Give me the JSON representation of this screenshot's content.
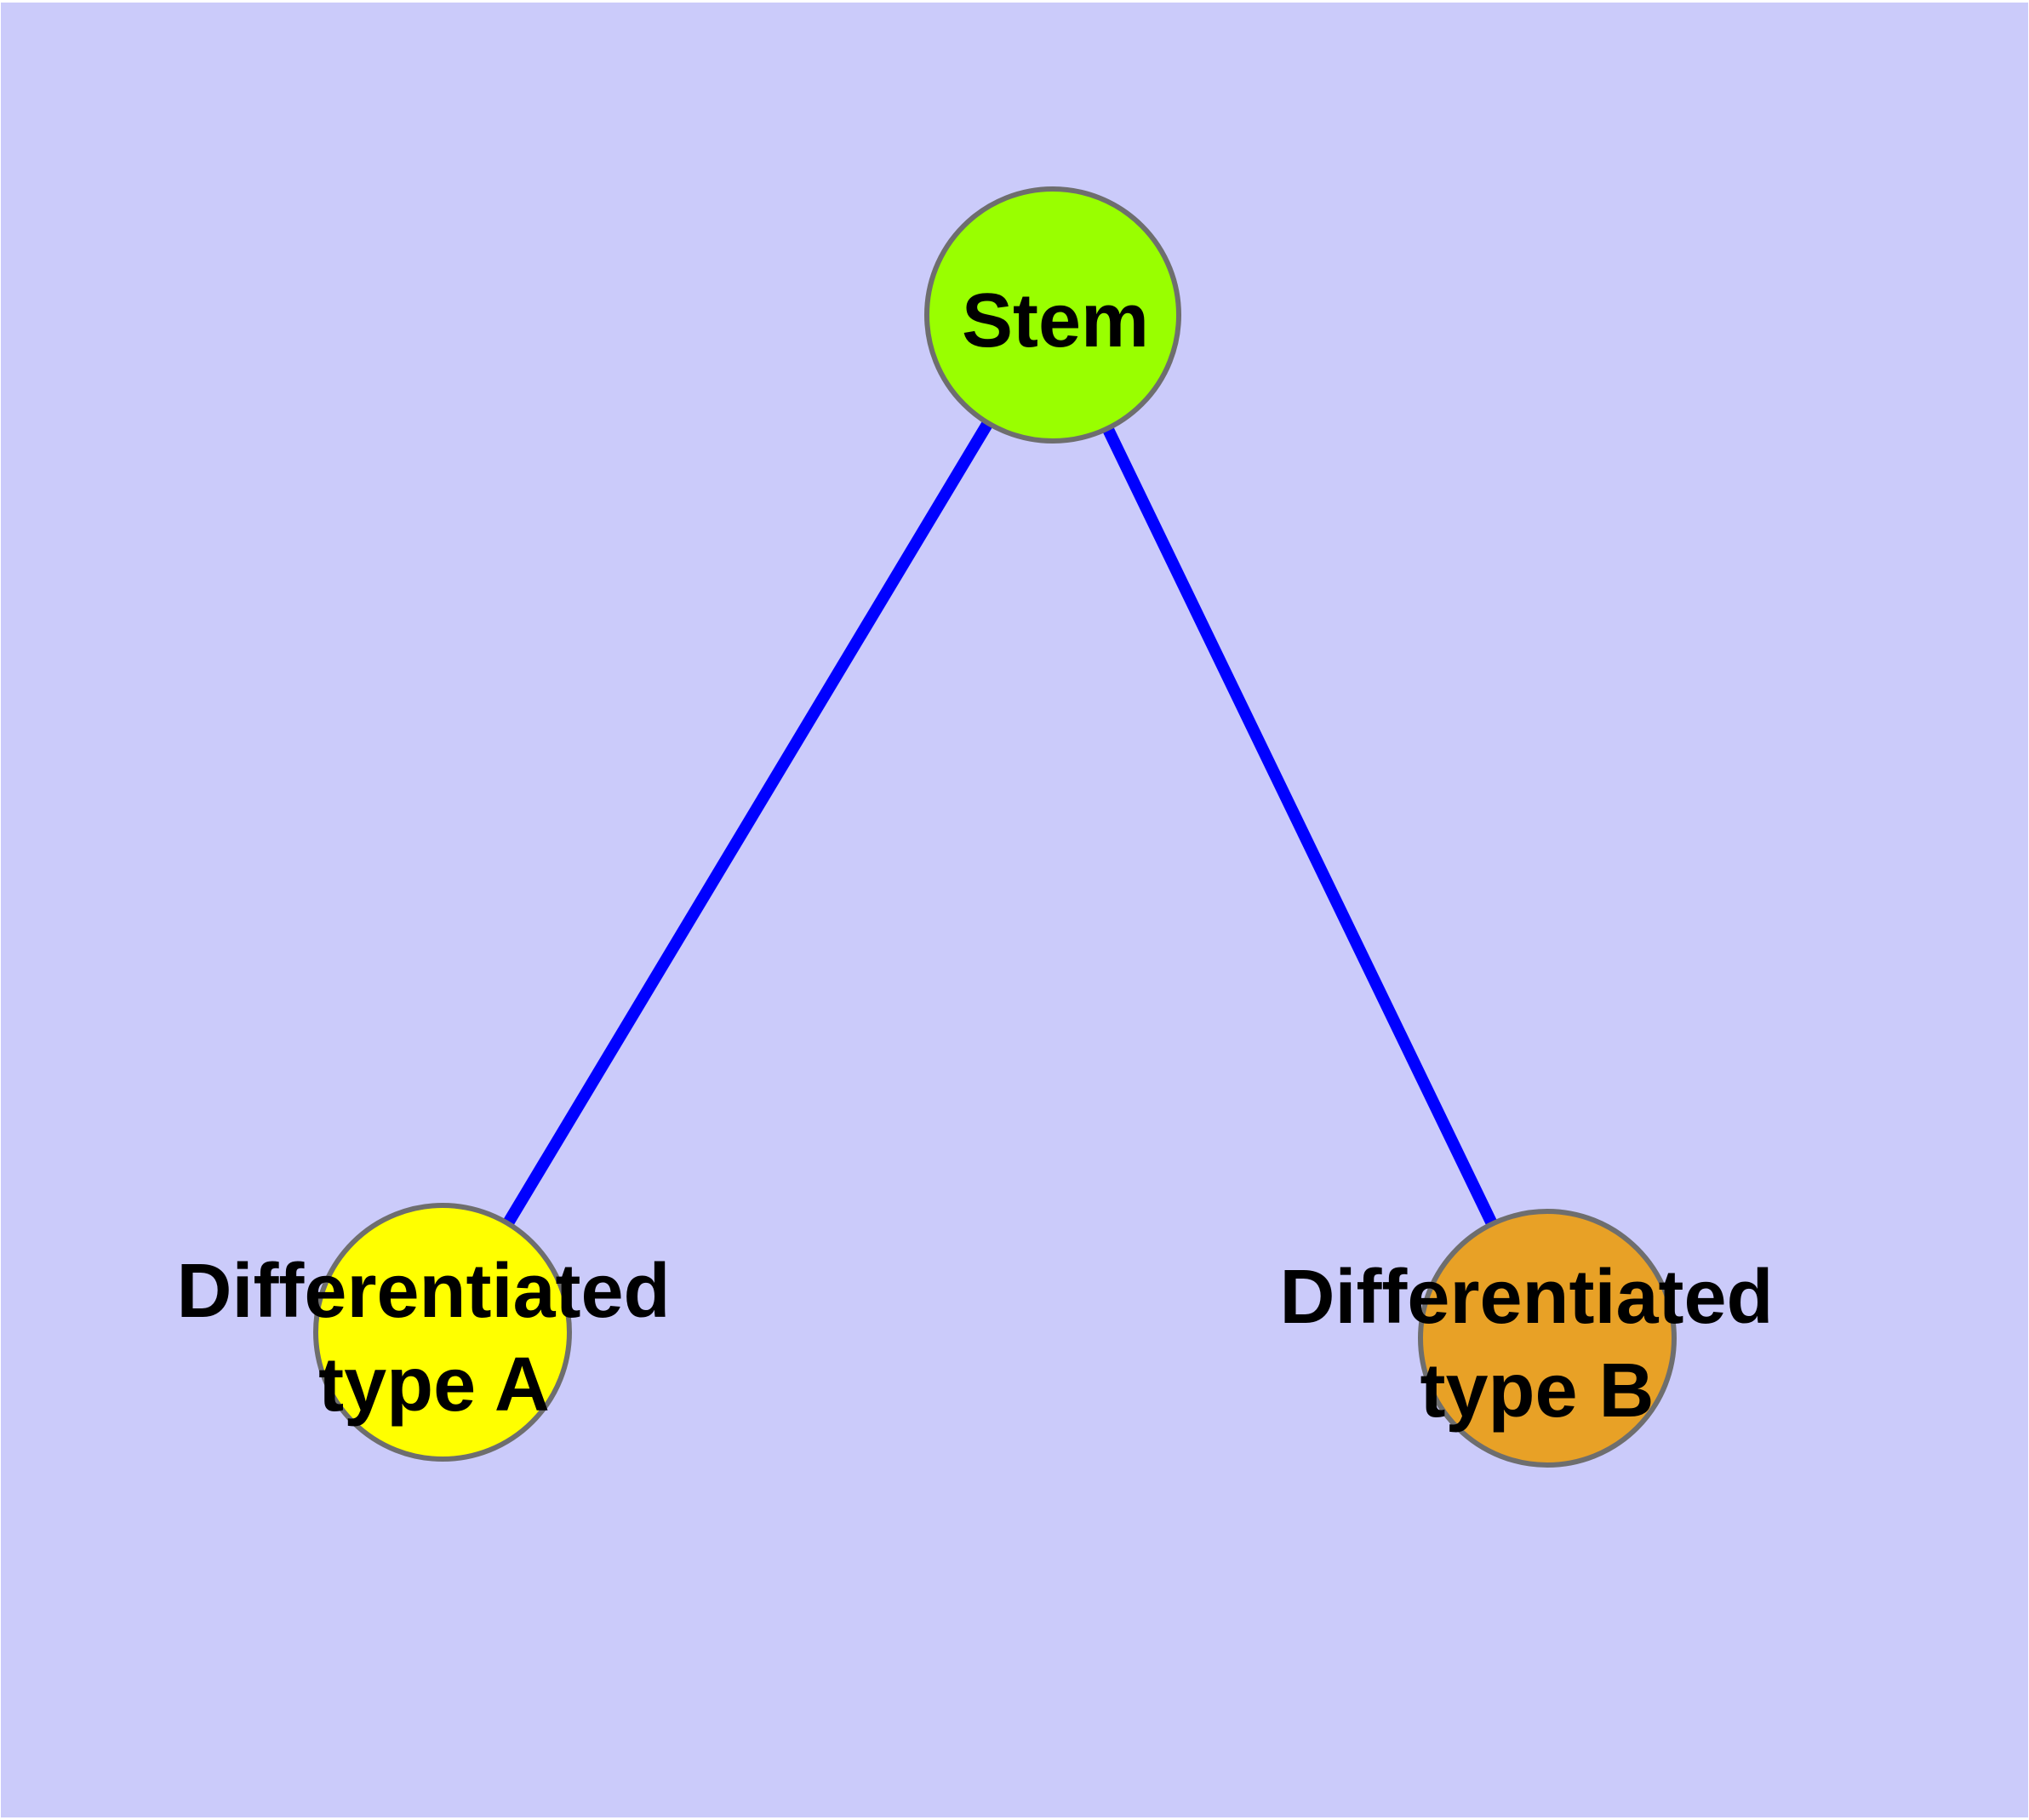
{
  "diagram": {
    "type": "graph",
    "background_color": "#CBCBFA",
    "frame_color": "#FFFFFF",
    "edge_color": "#0000FF",
    "node_border_color": "#6E6E6E",
    "label_color": "#000000",
    "nodes": [
      {
        "id": "stem",
        "label": "Stem",
        "label_line1": "Stem",
        "label_line2": "",
        "fill": "#99FF00"
      },
      {
        "id": "differentiated-type-a",
        "label": "Differentiated type A",
        "label_line1": "Differentiated",
        "label_line2": "type A",
        "fill": "#FFFF00"
      },
      {
        "id": "differentiated-type-b",
        "label": "Differentiated type B",
        "label_line1": "Differentiated",
        "label_line2": "type B",
        "fill": "#E8A126"
      }
    ],
    "edges": [
      {
        "from": "stem",
        "to": "differentiated-type-a"
      },
      {
        "from": "stem",
        "to": "differentiated-type-b"
      }
    ]
  }
}
